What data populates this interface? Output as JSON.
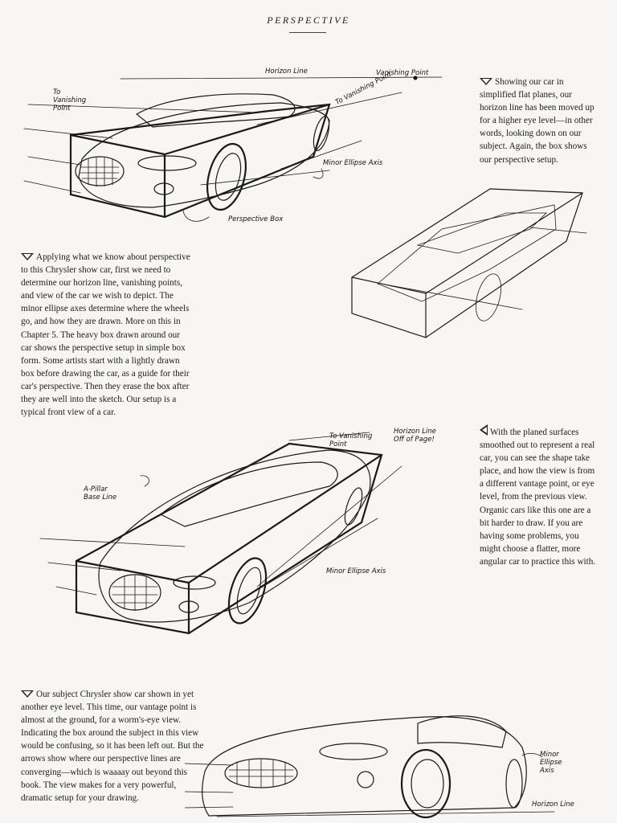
{
  "header": {
    "title": "PERSPECTIVE"
  },
  "captions": {
    "top_right": "Showing our car in simplified flat planes, our horizon line has been moved up for a higher eye level—in other words, looking down on our subject. Again, the box shows our perspective setup.",
    "left_middle": "Applying what we know about perspective to this Chrysler show car, first we need to determine our horizon line, vanishing points, and view of the car we wish to depict. The minor ellipse axes determine where the wheels go, and how they are drawn. More on this in Chapter 5. The heavy box drawn around our car shows the perspective setup in simple box form. Some artists start with a lightly drawn box before drawing the car, as a guide for their car's perspective. Then they erase the box after they are well into the sketch. Our setup is a typical front view of a car.",
    "right_middle": "With the planed surfaces smoothed out to represent a real car, you can see the shape take place, and how the view is from a different vantage point, or eye level, from the previous view. Organic cars like this one are a bit harder to draw. If you are having some problems, you might choose a flatter, more angular car to practice this with.",
    "bottom_left": "Our subject Chrysler show car shown in yet another eye level. This time, our vantage point is almost at the ground, for a worm's-eye view. Indicating the box around the subject in this view would be confusing, so it has been left out. But the arrows show where our perspective lines are converging—which is waaaay out beyond this book. The view makes for a very powerful, dramatic setup for your drawing."
  },
  "annotations": {
    "sketch1": {
      "horizon_line": "Horizon Line",
      "vanishing_point": "Vanishing Point",
      "to_vanishing_point_left": "To\nVanishing\nPoint",
      "to_vanishing_point_right": "To Vanishing Point",
      "minor_ellipse_axis": "Minor Ellipse Axis",
      "perspective_box": "Perspective Box"
    },
    "sketch3": {
      "to_vanishing_point": "To Vanishing\nPoint",
      "horizon_line_off_page": "Horizon Line\nOff of Page!",
      "a_pillar_base_line": "A-Pillar\nBase Line",
      "minor_ellipse_axis": "Minor Ellipse Axis"
    },
    "sketch4": {
      "minor_ellipse_axis": "Minor\nEllipse\nAxis",
      "horizon_line": "Horizon Line"
    }
  }
}
